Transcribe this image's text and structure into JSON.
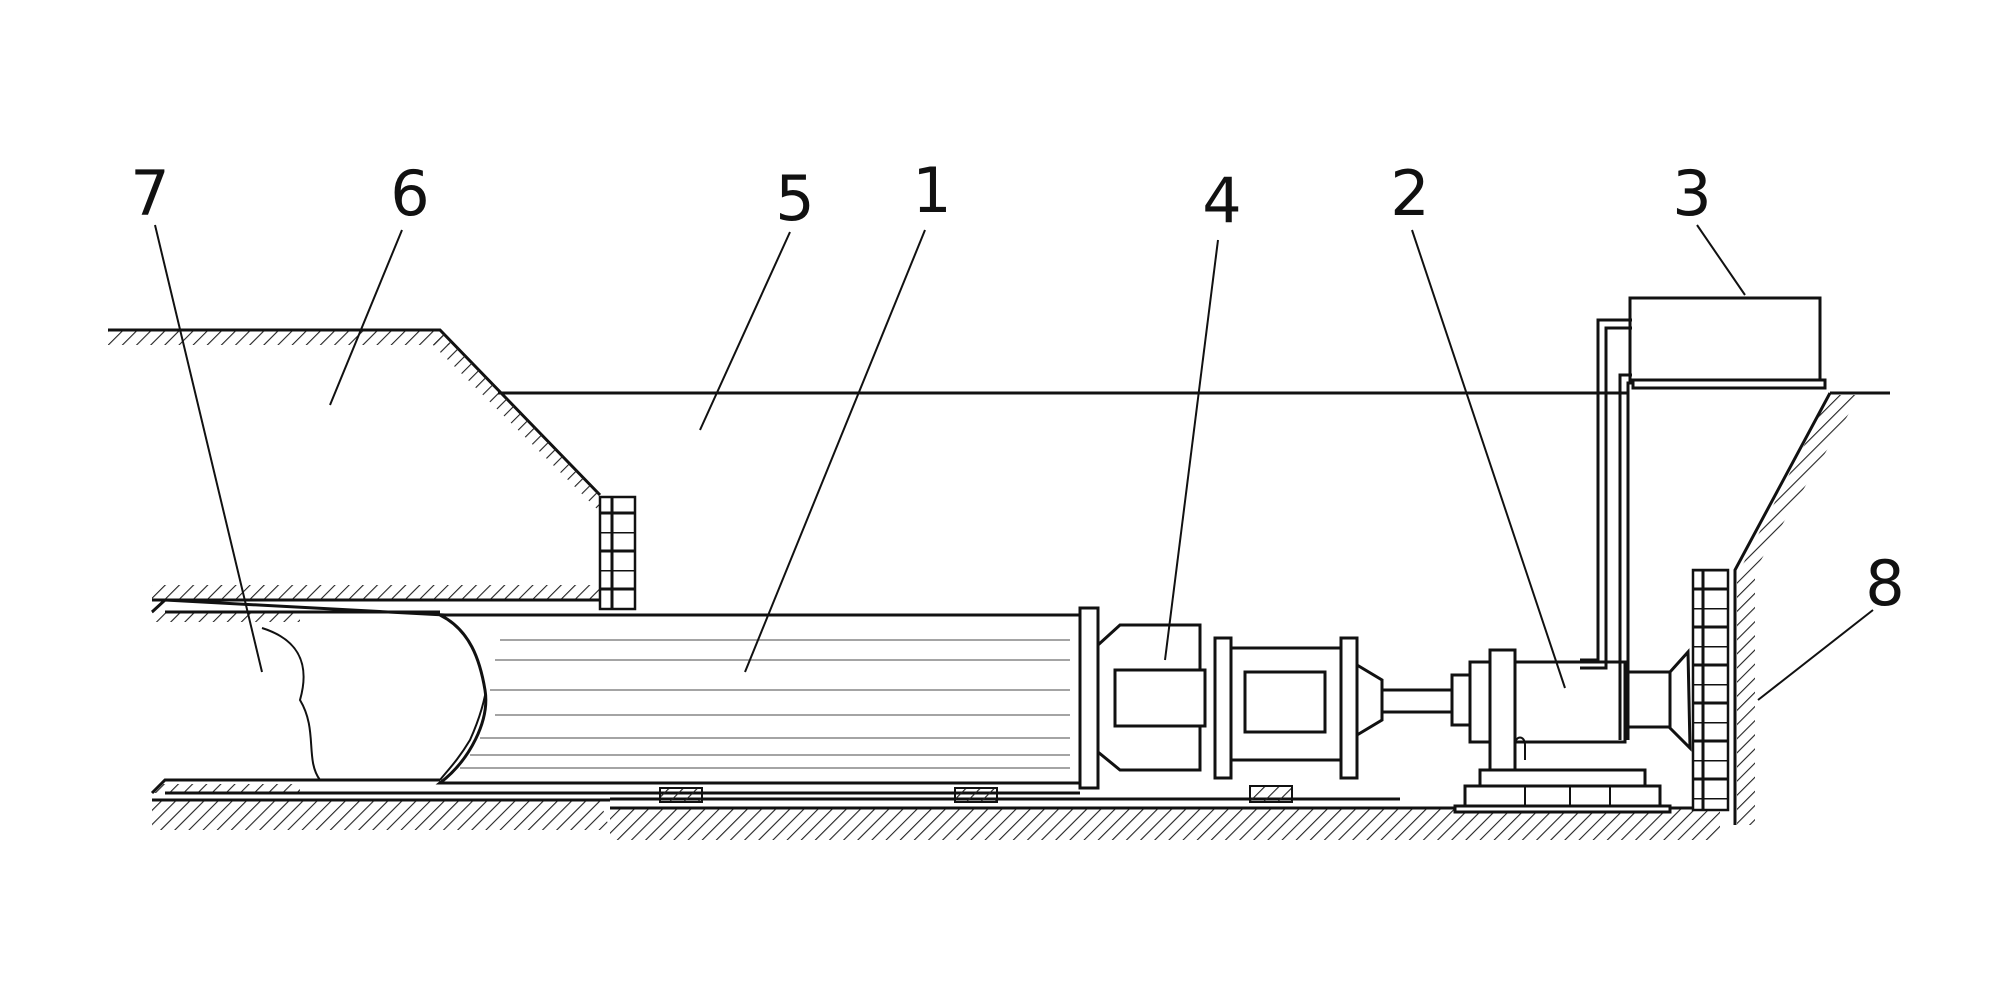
{
  "figure": {
    "background": "#ffffff",
    "ink": "#111111"
  },
  "callouts": [
    {
      "id": "7",
      "label": "7"
    },
    {
      "id": "6",
      "label": "6"
    },
    {
      "id": "5",
      "label": "5"
    },
    {
      "id": "1",
      "label": "1"
    },
    {
      "id": "4",
      "label": "4"
    },
    {
      "id": "2",
      "label": "2"
    },
    {
      "id": "3",
      "label": "3"
    },
    {
      "id": "8",
      "label": "8"
    }
  ]
}
